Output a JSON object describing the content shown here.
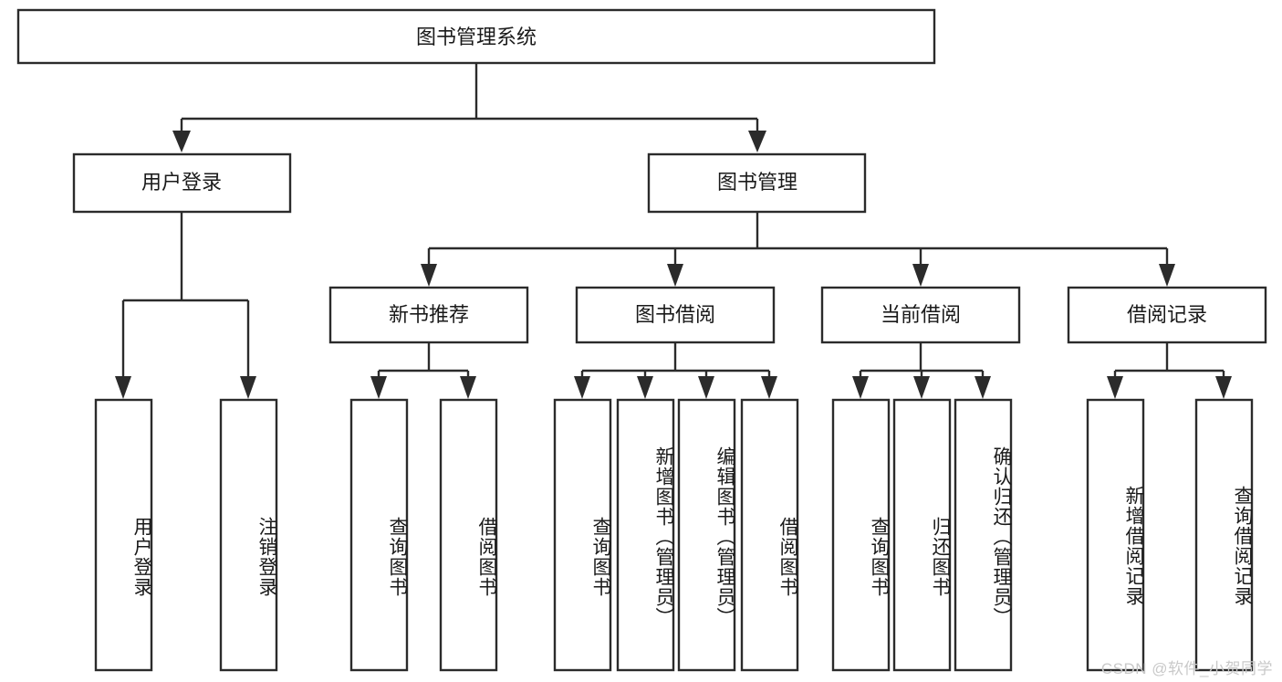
{
  "diagram": {
    "title": "图书管理系统",
    "type": "hierarchy-tree",
    "orientation": "top-down",
    "levels": 4,
    "colors": {
      "box_fill": "#ffffff",
      "box_stroke": "#2b2b2b",
      "text": "#1a1a1a",
      "connector": "#2b2b2b",
      "watermark": "#c9c9c9",
      "background": "#ffffff"
    },
    "root": {
      "label": "图书管理系统"
    },
    "level2": [
      {
        "id": "user-login",
        "label": "用户登录"
      },
      {
        "id": "book-management",
        "label": "图书管理"
      }
    ],
    "level3": [
      {
        "id": "new-book-recommend",
        "label": "新书推荐",
        "parent": "book-management"
      },
      {
        "id": "book-borrow",
        "label": "图书借阅",
        "parent": "book-management"
      },
      {
        "id": "current-borrow",
        "label": "当前借阅",
        "parent": "book-management"
      },
      {
        "id": "borrow-record",
        "label": "借阅记录",
        "parent": "book-management"
      }
    ],
    "leaves": {
      "user-login": [
        {
          "id": "leaf-user-login",
          "label": "用户登录"
        },
        {
          "id": "leaf-logout-login",
          "label": "注销登录"
        }
      ],
      "new-book-recommend": [
        {
          "id": "leaf-query-book-1",
          "label": "查询图书"
        },
        {
          "id": "leaf-borrow-book-1",
          "label": "借阅图书"
        }
      ],
      "book-borrow": [
        {
          "id": "leaf-query-book-2",
          "label": "查询图书"
        },
        {
          "id": "leaf-add-book-admin",
          "label": "新增图书（管理员）"
        },
        {
          "id": "leaf-edit-book-admin",
          "label": "编辑图书（管理员）"
        },
        {
          "id": "leaf-borrow-book-2",
          "label": "借阅图书"
        }
      ],
      "current-borrow": [
        {
          "id": "leaf-query-book-3",
          "label": "查询图书"
        },
        {
          "id": "leaf-return-book",
          "label": "归还图书"
        },
        {
          "id": "leaf-confirm-return-admin",
          "label": "确认归还（管理员）"
        }
      ],
      "borrow-record": [
        {
          "id": "leaf-add-borrow-record",
          "label": "新增借阅记录"
        },
        {
          "id": "leaf-query-borrow-record",
          "label": "查询借阅记录"
        }
      ]
    },
    "watermark": "CSDN @软件_小贺同学"
  }
}
